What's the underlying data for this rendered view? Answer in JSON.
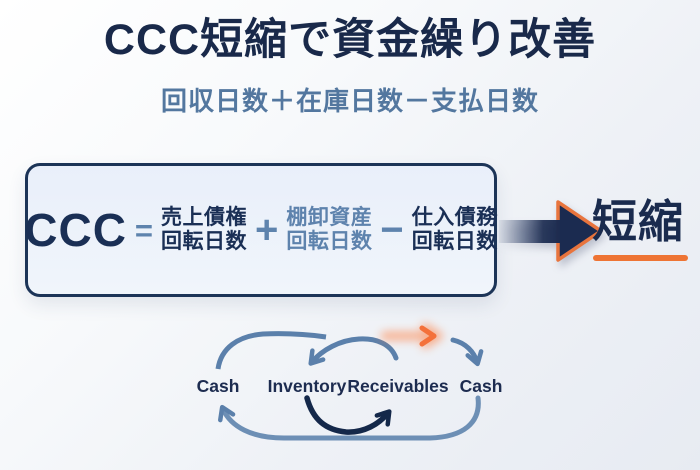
{
  "title": "CCC短縮で資金繰り改善",
  "subtitle": "回収日数＋在庫日数－支払日数",
  "formula_box": {
    "lhs": "CCC",
    "equals_sign": "=",
    "plus_sign": "+",
    "minus_sign": "−",
    "terms": [
      {
        "line1": "売上債権",
        "line2": "回転日数"
      },
      {
        "line1": "棚卸資産",
        "line2": "回転日数"
      },
      {
        "line1": "仕入債務",
        "line2": "回転日数"
      }
    ]
  },
  "result_label": "短縮",
  "cycle": {
    "labels": [
      "Cash",
      "Inventory",
      "Receivables",
      "Cash"
    ]
  },
  "icons": {
    "shorten_arrow": "right-arrow-icon",
    "cycle_highlight": "orange-right-arrow-icon"
  },
  "colors": {
    "title_navy": "#19294a",
    "steel_blue": "#5b80ab",
    "formula_navy": "#1a2f55",
    "dark_arc_navy": "#14284a",
    "accent_orange": "#ee7434",
    "card_background": "#edf3fa",
    "card_border": "#1c3457",
    "background_start": "#ffffff",
    "background_end": "#e7ebf2"
  }
}
